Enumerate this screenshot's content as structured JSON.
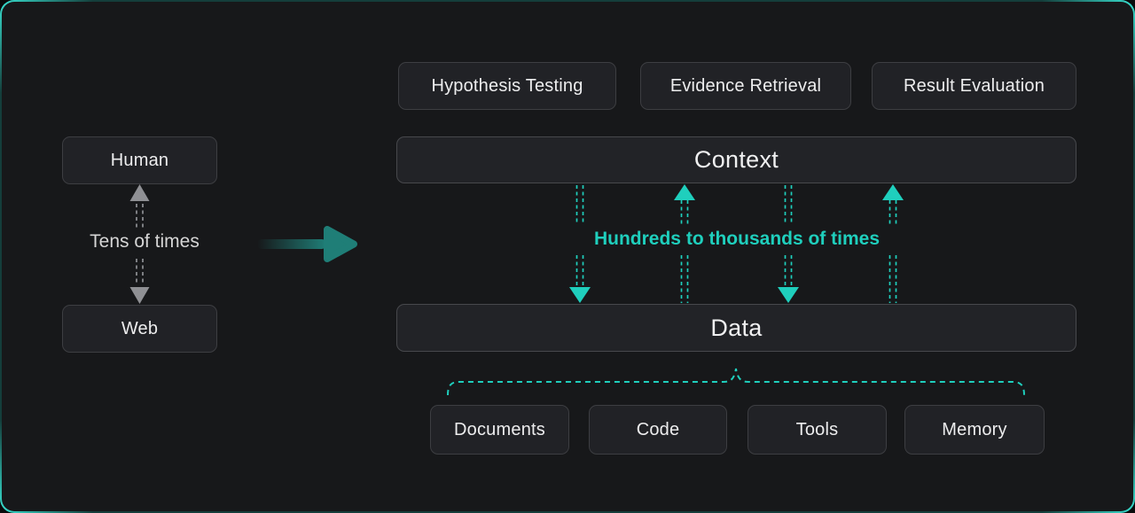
{
  "diagram": {
    "left": {
      "human_label": "Human",
      "web_label": "Web",
      "arrow_label": "Tens of times"
    },
    "right": {
      "top_boxes": [
        "Hypothesis Testing",
        "Evidence Retrieval",
        "Result Evaluation"
      ],
      "context_label": "Context",
      "data_label": "Data",
      "arrow_label": "Hundreds to thousands of times",
      "bottom_boxes": [
        "Documents",
        "Code",
        "Tools",
        "Memory"
      ]
    },
    "colors": {
      "teal_accent": "#1fcfbd",
      "teal_solid_arrow": "#1f7e77",
      "gray_arrow": "#8f9094",
      "box_bg": "#212226",
      "box_border": "#3d3e42",
      "canvas_bg": "#17181a",
      "text_primary": "#ededee",
      "text_secondary": "#d6d6d6"
    }
  }
}
